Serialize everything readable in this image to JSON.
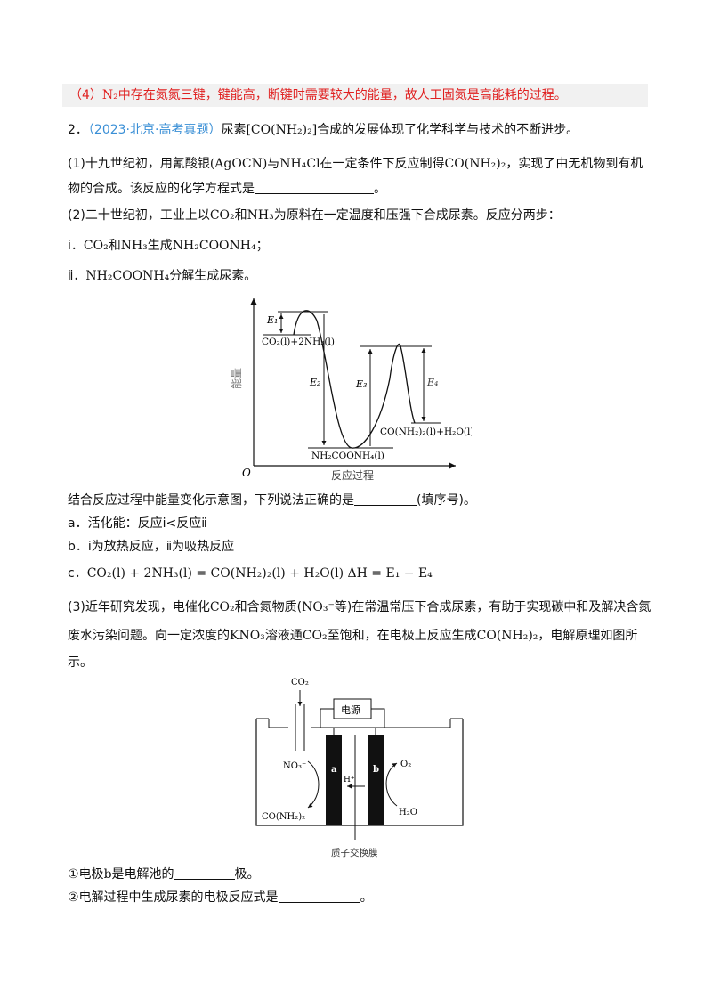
{
  "q4": {
    "label": "（4）",
    "formula": "N₂",
    "text": "中存在氮氮三键，键能高，断键时需要较大的能量，故人工固氮是高能耗的过程。"
  },
  "q2": {
    "number": "2．",
    "source": "（2023·北京·高考真题）",
    "intro_a": "尿素",
    "formula": "[CO(NH₂)₂]",
    "intro_b": "合成的发展体现了化学科学与技术的不断进步。",
    "p1": {
      "a": "(1)十九世纪初，用氰酸银",
      "f1": "(AgOCN)",
      "b": "与",
      "f2": "NH₄Cl",
      "c": "在一定条件下反应制得",
      "f3": "CO(NH₂)₂",
      "d": "，实现了由无机物到有机",
      "line2": "物的合成。该反应的化学方程式是",
      "end": "。"
    },
    "p2": {
      "a": "(2)二十世纪初，工业上以",
      "f1": "CO₂",
      "b": "和",
      "f2": "NH₃",
      "c": "为原料在一定温度和压强下合成尿素。反应分两步："
    },
    "step1": {
      "label": "ⅰ．",
      "f1": "CO₂",
      "a": "和",
      "f2": "NH₃",
      "b": "生成",
      "f3": "NH₂COONH₄",
      "c": "；"
    },
    "step2": {
      "label": "ⅱ．",
      "f1": "NH₂COONH₄",
      "a": "分解生成尿素。"
    },
    "energy_diagram": {
      "y_axis_label": "能量",
      "x_axis_label": "反应过程",
      "origin": "O",
      "e1": "E₁",
      "e2": "E₂",
      "e3": "E₃",
      "e4": "E₄",
      "reactants": "CO₂(l)+2NH₃(l)",
      "intermediate": "NH₂COONH₄(l)",
      "products": "CO(NH₂)₂(l)+H₂O(l)"
    },
    "p3": {
      "a": "结合反应过程中能量变化示意图，下列说法正确的是",
      "b": "(填序号)。"
    },
    "options": {
      "a": "a．活化能：反应ⅰ<反应ⅱ",
      "b": "b．ⅰ为放热反应，ⅱ为吸热反应",
      "c_label": "c．",
      "c_eq": "CO₂(l) + 2NH₃(l) = CO(NH₂)₂(l) + H₂O(l) ΔH = E₁ − E₄"
    },
    "p4": {
      "a": "(3)近年研究发现，电催化",
      "f1": "CO₂",
      "b": "和含氮物质(",
      "f2": "NO₃⁻",
      "c": "等)在常温常压下合成尿素，有助于实现碳中和及解决含氮",
      "line2": "废水污染问题。向一定浓度的",
      "f3": "KNO₃",
      "d": "溶液通",
      "f4": "CO₂",
      "e": "至饱和，在电极上反应生成",
      "f5": "CO(NH₂)₂",
      "g": "，电解原理如图所",
      "line3": "示。"
    },
    "electrolysis_diagram": {
      "co2": "CO₂",
      "power": "电源",
      "electrode_a": "a",
      "electrode_b": "b",
      "no3": "NO₃⁻",
      "h_plus": "H⁺",
      "o2": "O₂",
      "urea": "CO(NH₂)₂",
      "h2o": "H₂O",
      "membrane": "质子交换膜"
    },
    "q_a": {
      "a": "①电极",
      "f": "b",
      "b": "是电解池的",
      "c": "极。"
    },
    "q_b": {
      "a": "②电解过程中生成尿素的电极反应式是",
      "b": "。"
    }
  }
}
